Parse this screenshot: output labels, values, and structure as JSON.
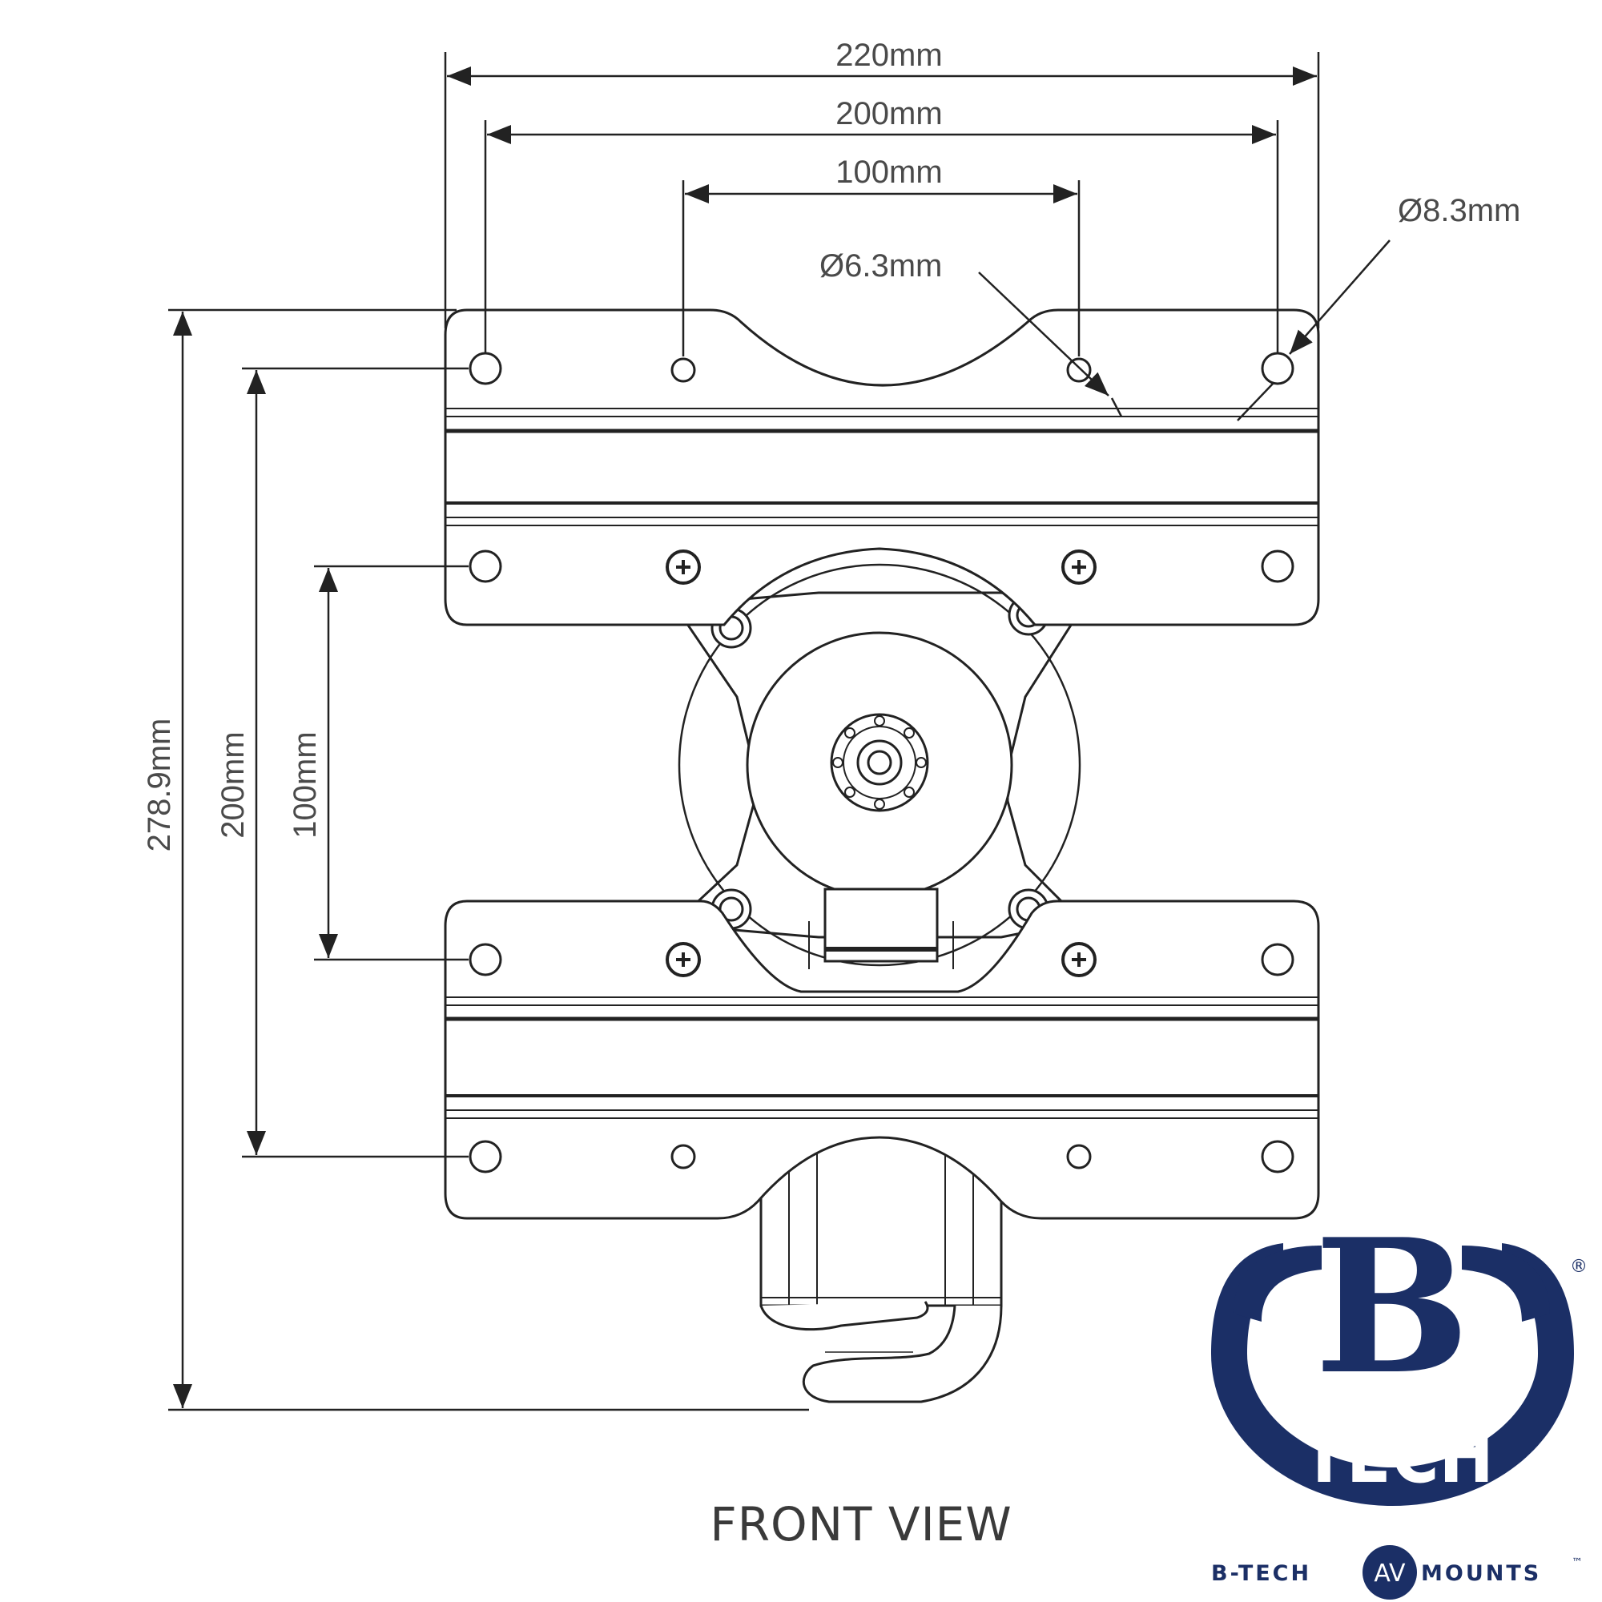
{
  "dimensions": {
    "width_outer": "220mm",
    "width_mid": "200mm",
    "width_inner": "100mm",
    "hole_small": "Ø6.3mm",
    "hole_large": "Ø8.3mm",
    "height_total": "278.9mm",
    "height_mid": "200mm",
    "height_inner": "100mm"
  },
  "caption": "FRONT VIEW",
  "brand": {
    "letter": "B",
    "word": "TECH",
    "registered": "®",
    "tagline_left": "B-TECH",
    "tagline_badge": "AV",
    "tagline_right": "MOUNTS",
    "trademark": "™",
    "color": "#1b2f66"
  }
}
